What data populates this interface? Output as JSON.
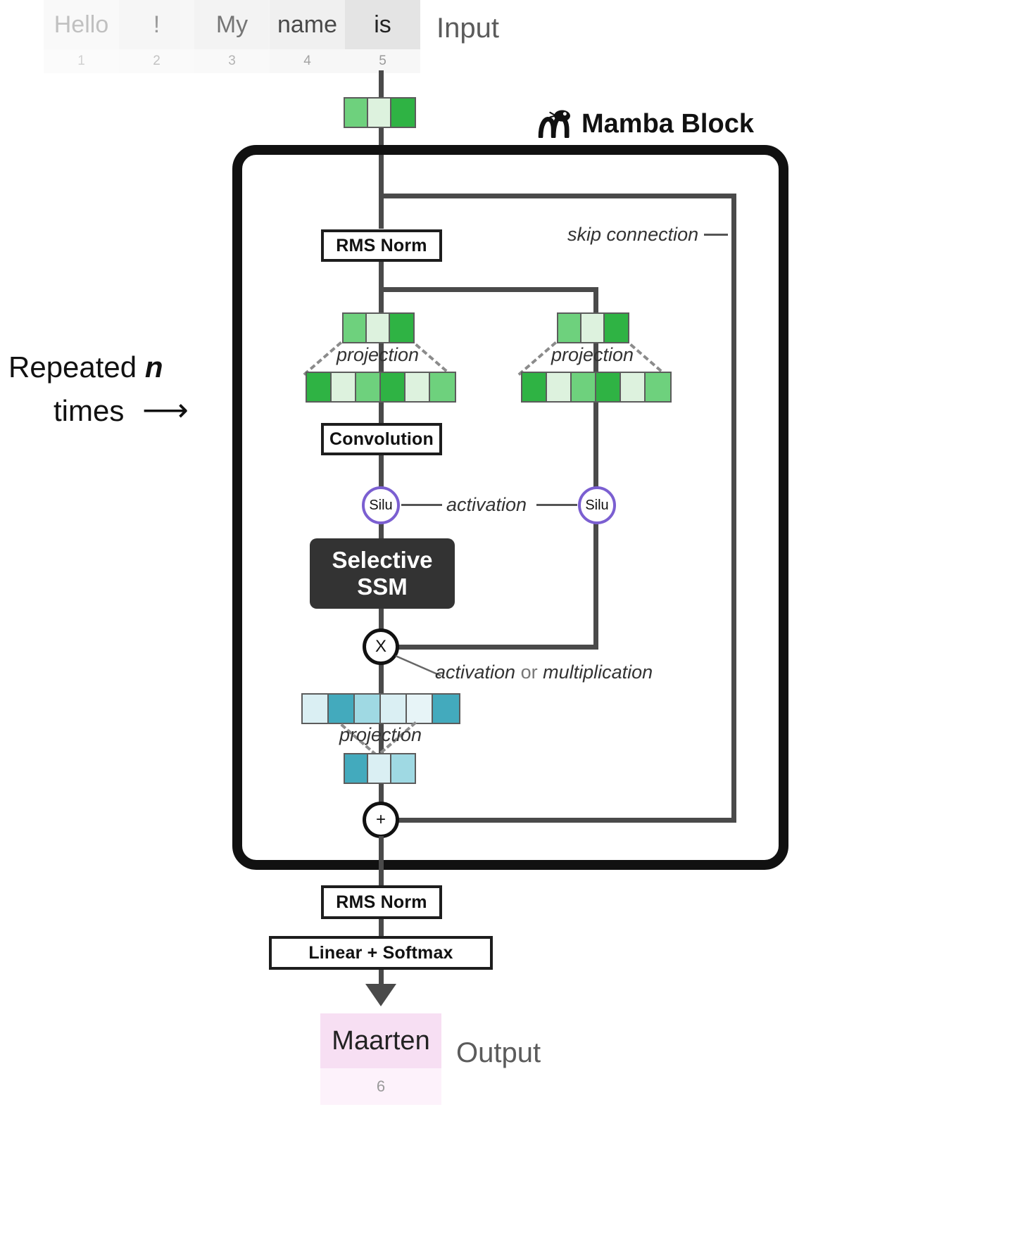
{
  "diagram": {
    "title": "Mamba Block",
    "logo_icon": "mamba-snake-icon",
    "input_label": "Input",
    "output_label": "Output",
    "repeat_label_prefix": "Repeated ",
    "repeat_label_n": "n",
    "repeat_label_suffix": " times",
    "repeat_arrow": "⟶"
  },
  "input_tokens": [
    {
      "word": "Hello",
      "index": "1"
    },
    {
      "word": "!",
      "index": "2"
    },
    {
      "word": "My",
      "index": "3"
    },
    {
      "word": "name",
      "index": "4"
    },
    {
      "word": "is",
      "index": "5"
    }
  ],
  "output_token": {
    "word": "Maarten",
    "index": "6"
  },
  "nodes": {
    "rms_norm_top": "RMS Norm",
    "convolution": "Convolution",
    "silu_left": "Silu",
    "silu_right": "Silu",
    "selective_ssm_line1": "Selective",
    "selective_ssm_line2": "SSM",
    "multiply_symbol": "X",
    "add_symbol": "+",
    "rms_norm_bottom": "RMS Norm",
    "linear_softmax": "Linear + Softmax"
  },
  "annotations": {
    "skip_connection": "skip connection",
    "projection_left": "projection",
    "projection_right": "projection",
    "projection_out": "projection",
    "activation": "activation",
    "activation_or_multiplication_a": "activation",
    "activation_or_multiplication_or": "or",
    "activation_or_multiplication_b": "multiplication"
  },
  "colors": {
    "green_dark": "#2fb344",
    "green_mid": "#6ed17d",
    "green_light": "#ddf2de",
    "teal_dark": "#43aabd",
    "teal_mid": "#9fd9e3",
    "teal_light": "#daeff3",
    "silu_purple": "#7b5fd1",
    "ssm_dark": "#333333",
    "wire": "#4a4a4a",
    "output_pink": "#f7dff3"
  },
  "embeddings": {
    "input_vector": [
      "green_mid",
      "green_light",
      "green_dark"
    ],
    "left_pre_projection": [
      "green_mid",
      "green_light",
      "green_dark"
    ],
    "right_pre_projection": [
      "green_mid",
      "green_light",
      "green_dark"
    ],
    "left_post_projection": [
      "green_dark",
      "green_light",
      "green_mid",
      "green_dark",
      "green_light",
      "green_mid"
    ],
    "right_post_projection": [
      "green_dark",
      "green_light",
      "green_mid",
      "green_dark",
      "green_light",
      "green_mid"
    ],
    "out_pre_projection": [
      "teal_light",
      "teal_dark",
      "teal_mid",
      "teal_light",
      "teal_light",
      "teal_dark"
    ],
    "out_post_projection": [
      "teal_dark",
      "teal_light",
      "teal_mid"
    ]
  }
}
